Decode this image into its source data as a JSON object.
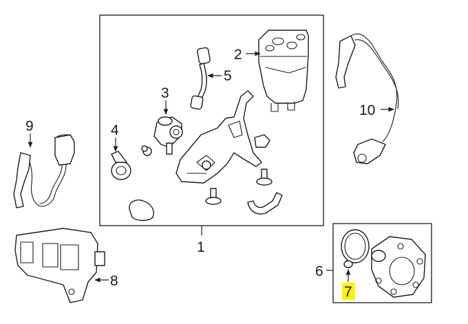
{
  "callouts": [
    {
      "id": "1",
      "text": "1"
    },
    {
      "id": "2",
      "text": "2"
    },
    {
      "id": "3",
      "text": "3"
    },
    {
      "id": "4",
      "text": "4"
    },
    {
      "id": "5",
      "text": "5"
    },
    {
      "id": "6",
      "text": "6"
    },
    {
      "id": "7",
      "text": "7",
      "highlighted": true
    },
    {
      "id": "8",
      "text": "8"
    },
    {
      "id": "9",
      "text": "9"
    },
    {
      "id": "10",
      "text": "10"
    }
  ],
  "colors": {
    "line": "#1a1a1a",
    "highlight": "#fff200",
    "background": "#ffffff"
  }
}
